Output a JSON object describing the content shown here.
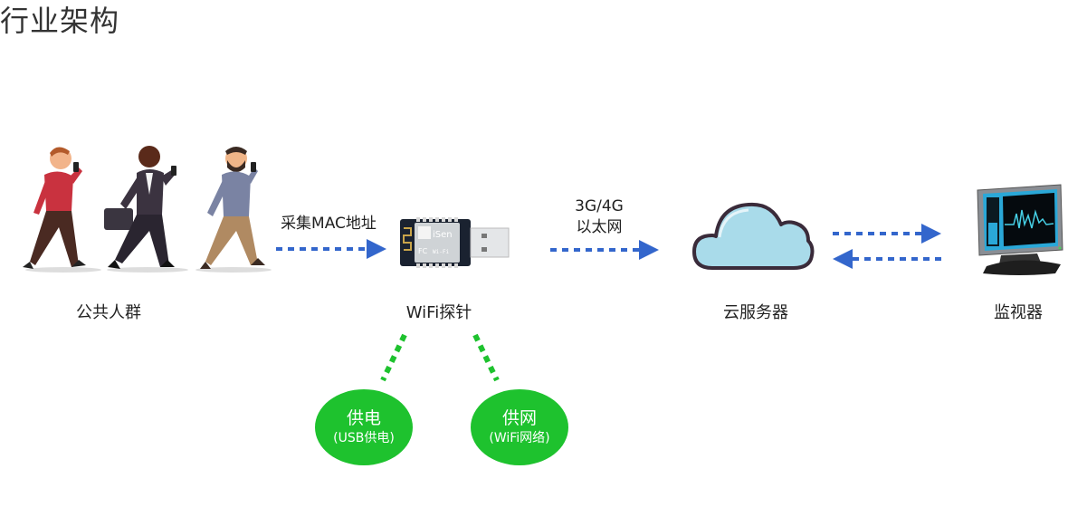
{
  "title": "行业架构",
  "nodes": {
    "people": {
      "label": "公共人群",
      "icon": "people-walking-with-phones-illustration"
    },
    "probe": {
      "label": "WiFi探针",
      "icon": "usb-wifi-probe-device-illustration",
      "device_text": [
        "iSen",
        "Wi-Fi"
      ]
    },
    "cloud": {
      "label": "云服务器",
      "icon": "cloud-icon"
    },
    "monitor": {
      "label": "监视器",
      "icon": "monitor-icon"
    }
  },
  "arrows": {
    "collect": {
      "label": "采集MAC地址",
      "direction": "right"
    },
    "network": {
      "label_line1": "3G/4G",
      "label_line2": "以太网",
      "direction": "right"
    },
    "monitor_sync": {
      "directions": [
        "right",
        "left"
      ]
    }
  },
  "features": [
    {
      "main": "供电",
      "sub": "(USB供电)"
    },
    {
      "main": "供网",
      "sub": "(WiFi网络)"
    }
  ],
  "colors": {
    "arrow_blue": "#3366cc",
    "feature_green": "#1ec22e",
    "cloud_fill": "#a9dbea",
    "cloud_stroke": "#3a2b3a"
  }
}
